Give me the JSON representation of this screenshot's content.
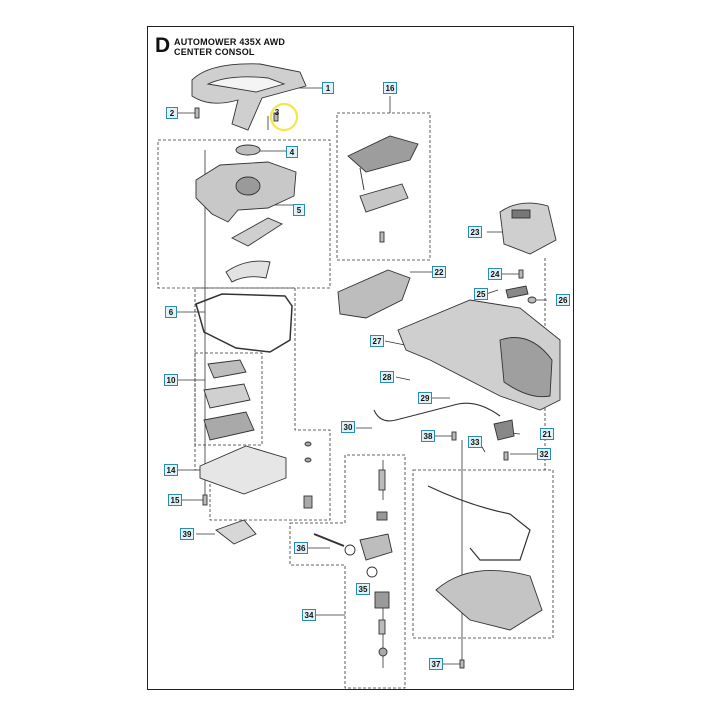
{
  "header": {
    "section_letter": "D",
    "title_line_1": "AUTOMOWER 435X AWD",
    "title_line_2": "CENTER CONSOL"
  },
  "highlight_color": "#f3e84a",
  "callout_fill": "#dff2f7",
  "callout_border": "#2b8cb0",
  "callouts": [
    "1",
    "2",
    "3",
    "4",
    "5",
    "6",
    "10",
    "14",
    "15",
    "16",
    "21",
    "22",
    "23",
    "24",
    "25",
    "26",
    "27",
    "28",
    "29",
    "30",
    "32",
    "33",
    "34",
    "35",
    "36",
    "37",
    "38",
    "39"
  ],
  "highlighted_part": "3"
}
